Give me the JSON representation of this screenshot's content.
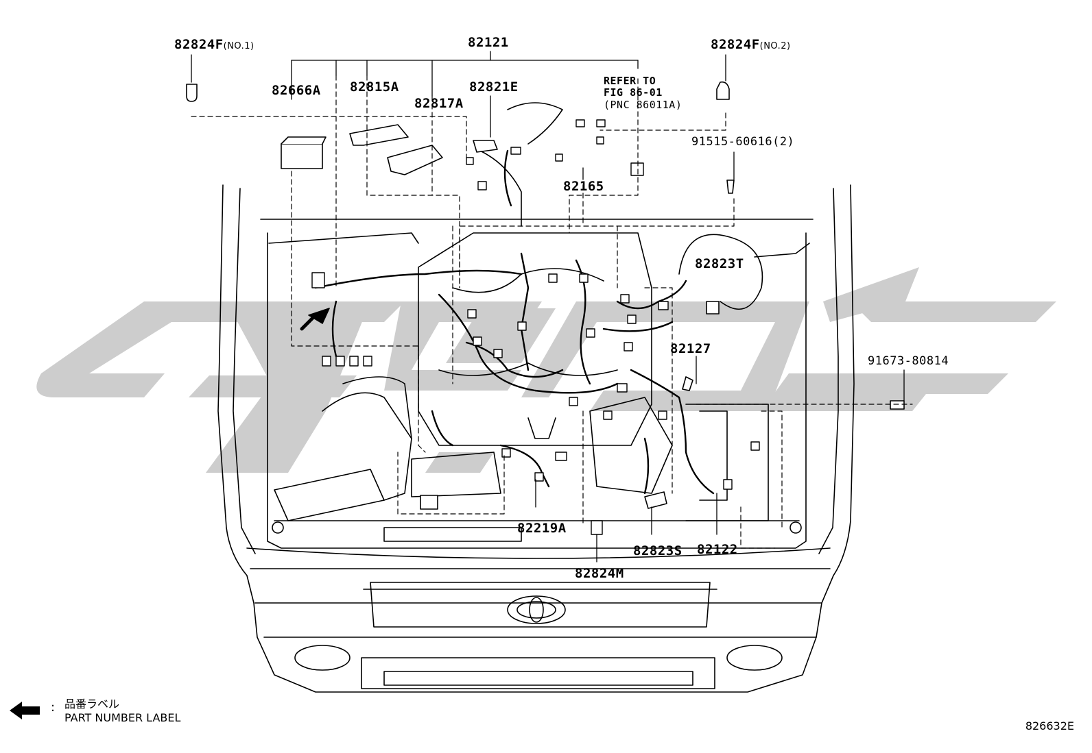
{
  "diagram": {
    "parts": {
      "p82824F_no1": "82824F",
      "p82824F_no1_sub": "(NO.1)",
      "p82666A": "82666A",
      "p82815A": "82815A",
      "p82817A": "82817A",
      "p82121": "82121",
      "p82821E": "82821E",
      "p82824F_no2": "82824F",
      "p82824F_no2_sub": "(NO.2)",
      "p91515": "91515-60616(2)",
      "p82165": "82165",
      "p82823T": "82823T",
      "p82127": "82127",
      "p91673": "91673-80814",
      "p82219A": "82219A",
      "p82823S": "82823S",
      "p82122": "82122",
      "p82824M": "82824M"
    },
    "refer_note": [
      "REFER TO",
      "FIG 86-01",
      "(PNC 86011A)"
    ],
    "legend": {
      "colon": ":",
      "japanese": "品番ラベル",
      "english": "PART NUMBER LABEL"
    },
    "figure_number": "826632E"
  }
}
